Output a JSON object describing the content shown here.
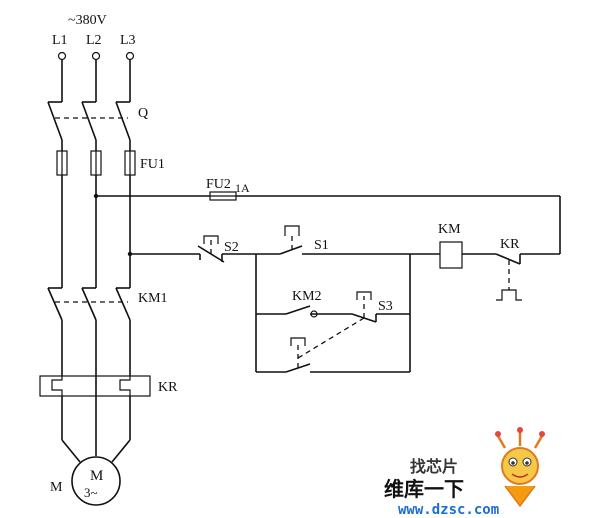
{
  "diagram": {
    "supply": "~380V",
    "phases": [
      "L1",
      "L2",
      "L3"
    ],
    "labels": {
      "q": "Q",
      "fu1": "FU1",
      "fu2": "FU2",
      "fu2_rating": "1A",
      "km_coil": "KM",
      "kr_contact": "KR",
      "s1": "S1",
      "s2": "S2",
      "s3": "S3",
      "km2": "KM2",
      "km1": "KM1",
      "kr_relay": "KR",
      "motor": "M",
      "motor_letter": "M",
      "motor_phase": "3~"
    }
  },
  "watermark": {
    "top_text": "找芯片",
    "brand_text": "维库一下",
    "url": "www.dzsc.com",
    "colors": {
      "top": "#e8453c",
      "brand": "#e8453c",
      "url": "#1a6fd0"
    }
  }
}
